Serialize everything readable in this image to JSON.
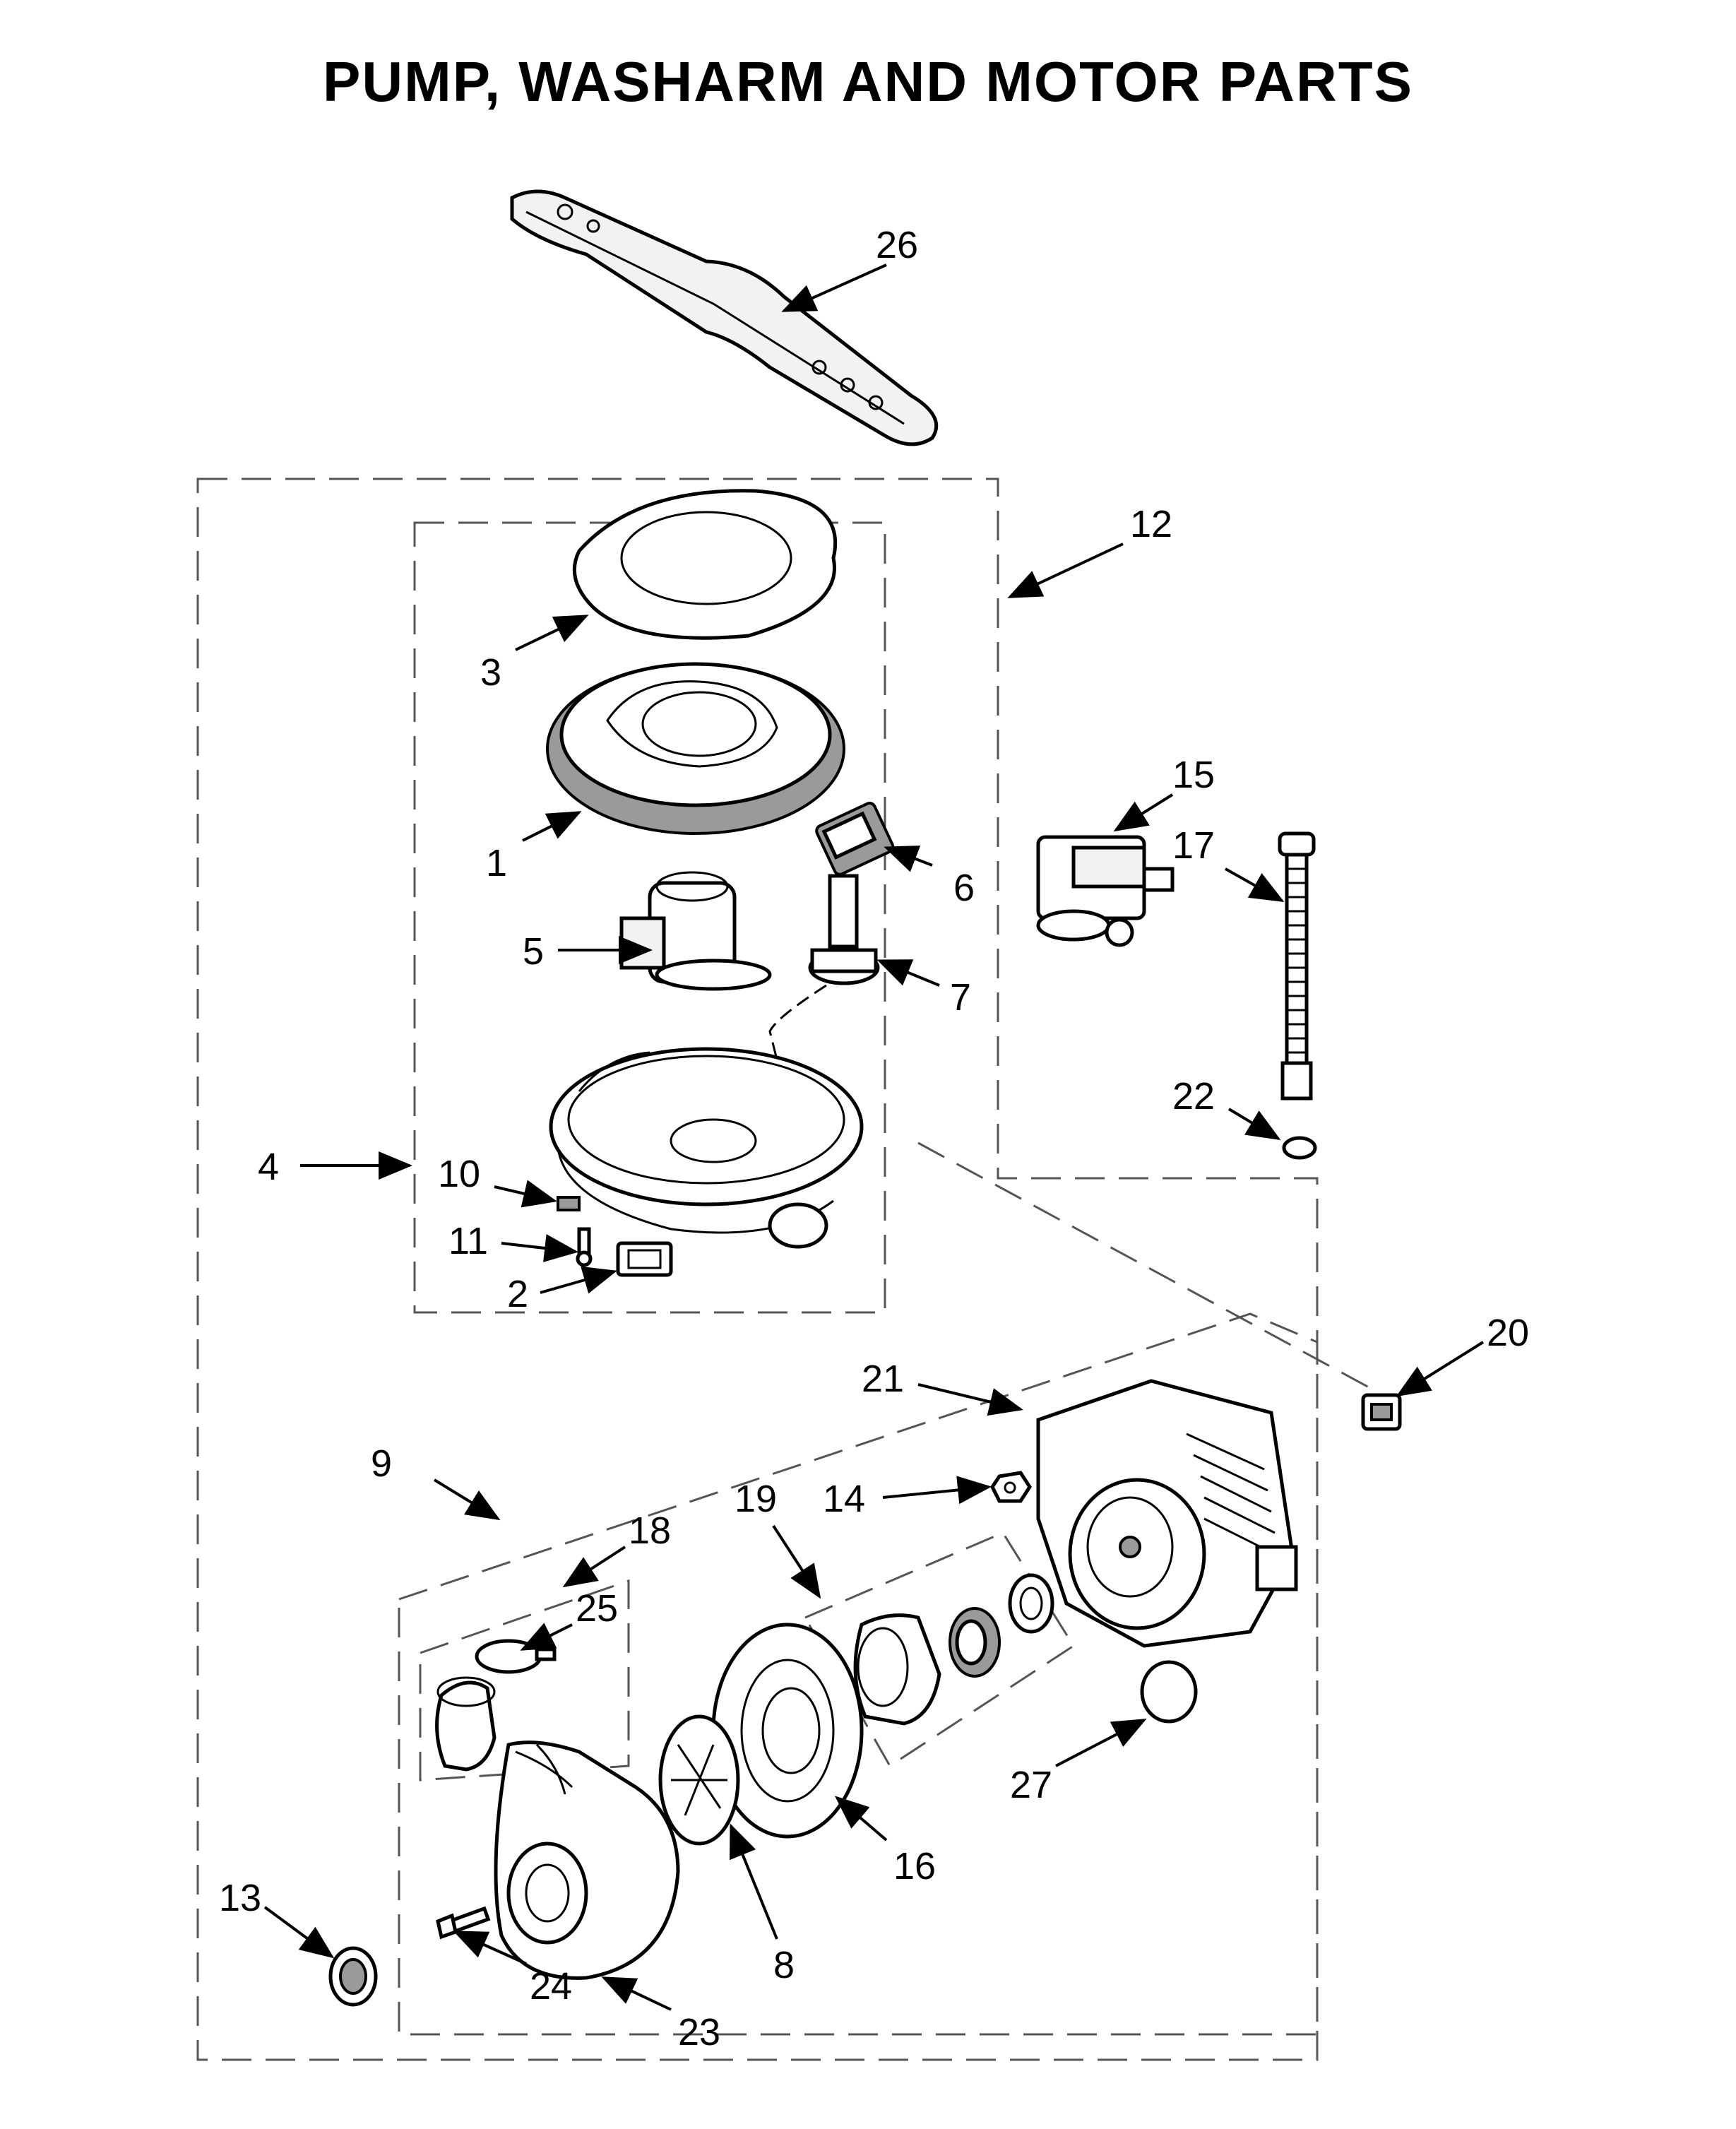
{
  "title": "PUMP, WASHARM AND MOTOR PARTS",
  "callouts": [
    "26",
    "12",
    "3",
    "1",
    "15",
    "17",
    "6",
    "5",
    "7",
    "22",
    "4",
    "10",
    "11",
    "2",
    "20",
    "21",
    "9",
    "19",
    "14",
    "18",
    "25",
    "27",
    "16",
    "8",
    "13",
    "24",
    "23"
  ]
}
